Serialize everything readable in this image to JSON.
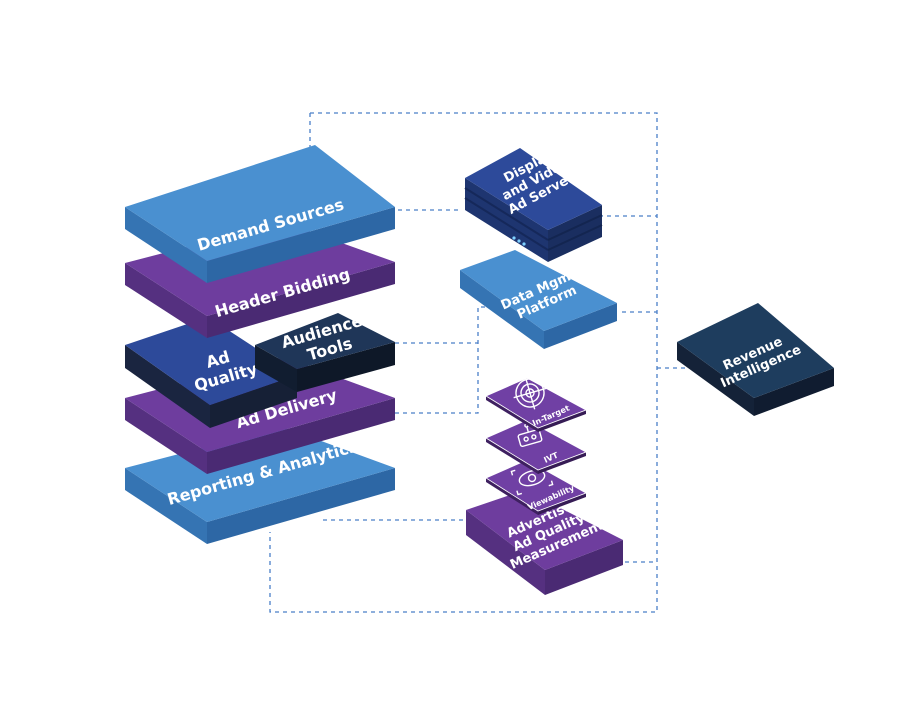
{
  "stack": {
    "demand_sources": "Demand Sources",
    "header_bidding": "Header Bidding",
    "ad_quality": [
      "Ad",
      "Quality"
    ],
    "audience_tools": [
      "Audience",
      "Tools"
    ],
    "ad_delivery": "Ad Delivery",
    "reporting_analytics": "Reporting & Analytics"
  },
  "right_column": {
    "ad_servers": [
      "Display",
      "and Video",
      "Ad Servers"
    ],
    "data_mgmt": [
      "Data Mgmt",
      "Platform"
    ],
    "in_target": "In-Target",
    "ivt": "IVT",
    "viewability": "Viewability",
    "advertiser_measurement": [
      "Advertiser",
      "Ad Quality",
      "Measurement"
    ]
  },
  "revenue_intelligence": [
    "Revenue",
    "Intelligence"
  ],
  "colors": {
    "light_blue": "#4a90d0",
    "purple": "#6e3d9e",
    "navy": "#2a3f7a",
    "dark_navy": "#1e3456",
    "connector": "#4a7fc8"
  }
}
